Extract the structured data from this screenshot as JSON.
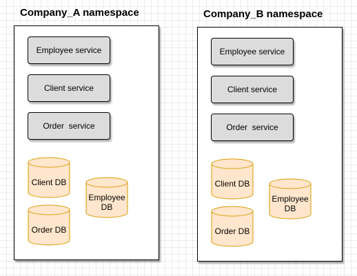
{
  "namespaces": [
    {
      "title": "Company_A namespace",
      "services": [
        "Employee service",
        "Client service",
        "Order  service"
      ],
      "databases": [
        "Client DB",
        "Order DB",
        "Employee\nDB"
      ]
    },
    {
      "title": "Company_B namespace",
      "services": [
        "Employee service",
        "Client service",
        "Order  service"
      ],
      "databases": [
        "Client DB",
        "Order DB",
        "Employee\nDB"
      ]
    }
  ],
  "colors": {
    "service_fill": "#dcdcdc",
    "db_fill": "#ffe6cc",
    "db_stroke": "#d79b00"
  }
}
